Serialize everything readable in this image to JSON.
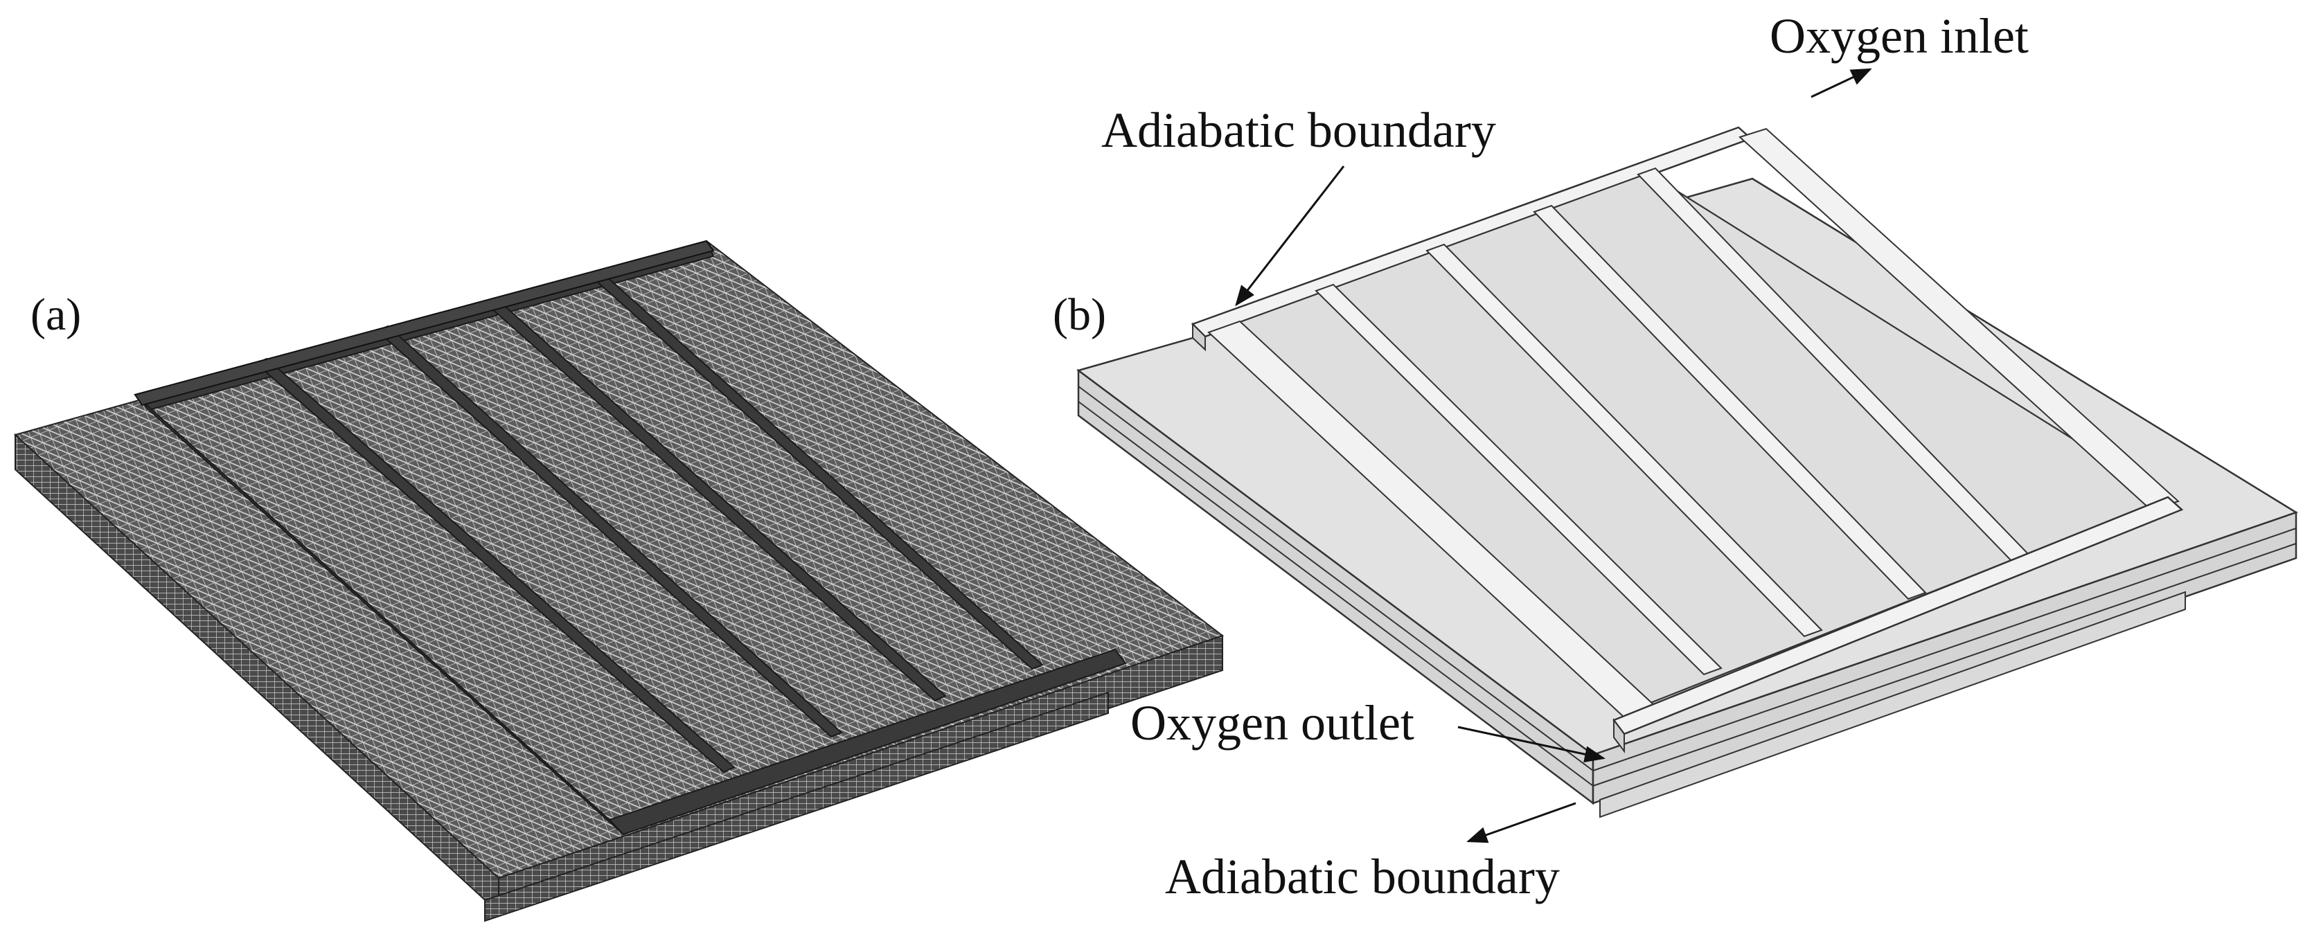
{
  "panels": [
    {
      "id": "a",
      "label": "(a)"
    },
    {
      "id": "b",
      "label": "(b)"
    }
  ],
  "annotations": {
    "oxygen_inlet": "Oxygen inlet",
    "adiabatic_boundary_top": "Adiabatic boundary",
    "oxygen_outlet": "Oxygen outlet",
    "adiabatic_boundary_bottom": "Adiabatic boundary"
  },
  "colors": {
    "mesh_face": "#5c5c5c",
    "mesh_line": "#d8d8d8",
    "mesh_dark": "#2a2a2a",
    "solid_face": "#e2e2e2",
    "solid_edge": "#333333",
    "rib": "#f2f2f2",
    "text": "#111111"
  }
}
